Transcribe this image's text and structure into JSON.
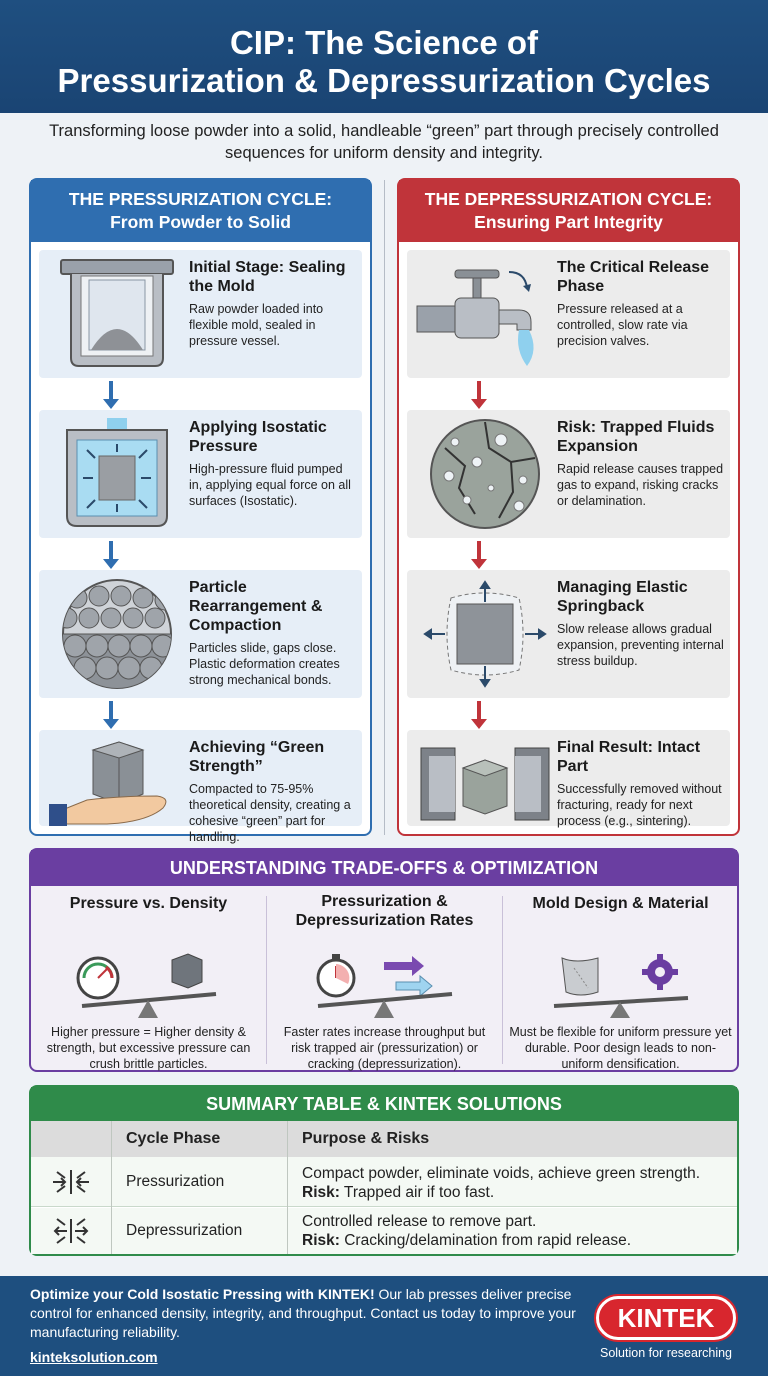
{
  "header": {
    "title_line1": "CIP: The Science of",
    "title_line2": "Pressurization & Depressurization Cycles"
  },
  "subtitle": "Transforming loose powder into a solid, handleable “green” part through precisely controlled sequences for uniform density and integrity.",
  "pressurization": {
    "heading_line1": "THE PRESSURIZATION CYCLE:",
    "heading_line2": "From Powder to Solid",
    "steps": [
      {
        "title": "Initial Stage: Sealing the Mold",
        "desc": "Raw powder loaded into flexible mold, sealed in pressure vessel."
      },
      {
        "title": "Applying Isostatic Pressure",
        "desc": "High-pressure fluid pumped in, applying equal force on all surfaces (Isostatic)."
      },
      {
        "title": "Particle Rearrangement & Compaction",
        "desc": "Particles slide, gaps close. Plastic deformation creates strong mechanical bonds."
      },
      {
        "title": "Achieving “Green Strength”",
        "desc": "Compacted to 75-95% theoretical density, creating a cohesive “green” part for handling."
      }
    ]
  },
  "depressurization": {
    "heading_line1": "THE DEPRESSURIZATION CYCLE:",
    "heading_line2": "Ensuring Part Integrity",
    "steps": [
      {
        "title": "The Critical Release Phase",
        "desc": "Pressure released at a controlled, slow rate via precision valves."
      },
      {
        "title": "Risk: Trapped Fluids Expansion",
        "desc": "Rapid release causes trapped gas to expand, risking cracks or delamination."
      },
      {
        "title": "Managing Elastic Springback",
        "desc": "Slow release allows gradual expansion, preventing internal stress buildup."
      },
      {
        "title": "Final Result: Intact Part",
        "desc": "Successfully removed without fracturing, ready for next process (e.g., sintering)."
      }
    ]
  },
  "tradeoffs": {
    "heading": "UNDERSTANDING TRADE-OFFS & OPTIMIZATION",
    "columns": [
      {
        "title": "Pressure vs. Density",
        "desc": "Higher pressure = Higher density & strength, but excessive pressure can crush brittle particles."
      },
      {
        "title": "Pressurization & Depressurization Rates",
        "desc": "Faster rates increase throughput but risk trapped air (pressurization) or cracking (depressurization)."
      },
      {
        "title": "Mold Design & Material",
        "desc": "Must be flexible for uniform pressure yet durable. Poor design leads to non-uniform densification."
      }
    ]
  },
  "summary": {
    "heading": "SUMMARY TABLE & KINTEK SOLUTIONS",
    "col_phase": "Cycle Phase",
    "col_purpose": "Purpose & Risks",
    "risk_label": "Risk:",
    "rows": [
      {
        "phase": "Pressurization",
        "purpose": "Compact powder, eliminate voids, achieve green strength.",
        "risk": " Trapped air if too fast."
      },
      {
        "phase": "Depressurization",
        "purpose": "Controlled release to remove part.",
        "risk": " Cracking/delamination from rapid release."
      }
    ]
  },
  "footer": {
    "cta_bold": "Optimize your Cold Isostatic Pressing with KINTEK!",
    "cta_text": " Our lab presses deliver precise control for enhanced density, integrity, and throughput. Contact us today to improve your manufacturing reliability.",
    "url": "kinteksolution.com",
    "logo": "KINTEK",
    "tagline": "Solution for researching"
  },
  "colors": {
    "header_blue": "#1f4f80",
    "pressurization_blue": "#2f6eb0",
    "depressurization_red": "#c0343a",
    "tradeoff_purple": "#6a3ea1",
    "summary_green": "#2f8b4a",
    "kintek_red": "#d8262e"
  },
  "icons": [
    "pressure-vessel-icon",
    "pressurized-vessel-icon",
    "particles-icon",
    "hand-cube-icon",
    "faucet-valve-icon",
    "cracked-part-icon",
    "springback-icon",
    "open-mold-icon",
    "pressure-gauge-icon",
    "stopwatch-icon",
    "gear-icon",
    "compress-icon",
    "expand-icon"
  ]
}
